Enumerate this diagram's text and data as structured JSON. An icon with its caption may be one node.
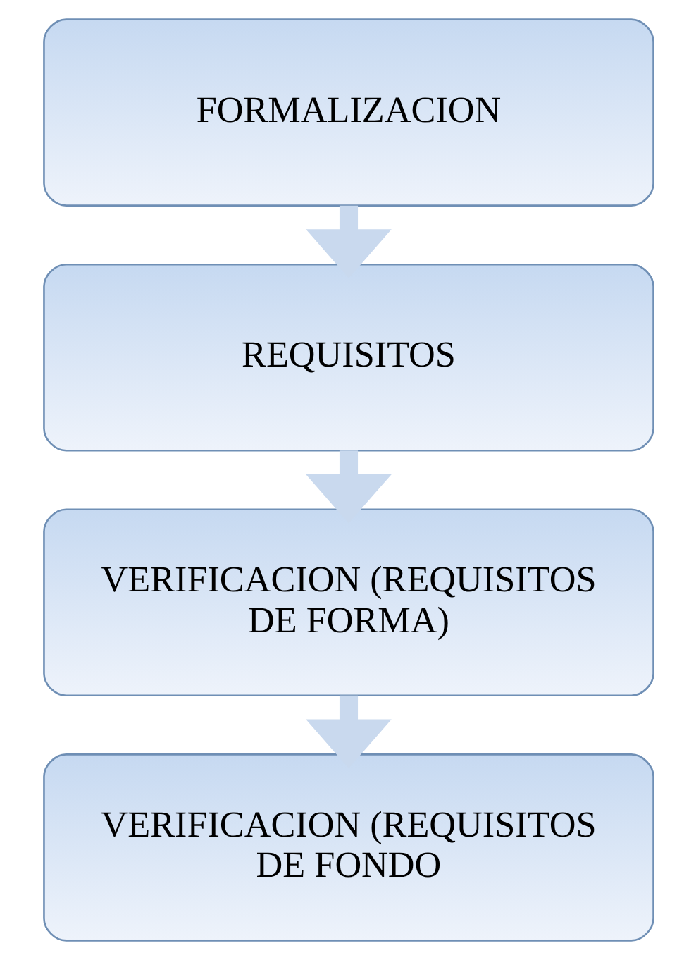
{
  "diagram": {
    "nodes": [
      {
        "text": [
          "FORMALIZACION"
        ]
      },
      {
        "text": [
          "REQUISITOS"
        ]
      },
      {
        "text": [
          "VERIFICACION (REQUISITOS DE FORMA)"
        ]
      },
      {
        "text": [
          "VERIFICACION (REQUISITOS DE FONDO"
        ]
      }
    ],
    "edges": [
      {
        "from": 0,
        "to": 1,
        "arrow": "to"
      },
      {
        "from": 1,
        "to": 2,
        "arrow": "to"
      },
      {
        "from": 2,
        "to": 3,
        "arrow": "to"
      }
    ]
  }
}
